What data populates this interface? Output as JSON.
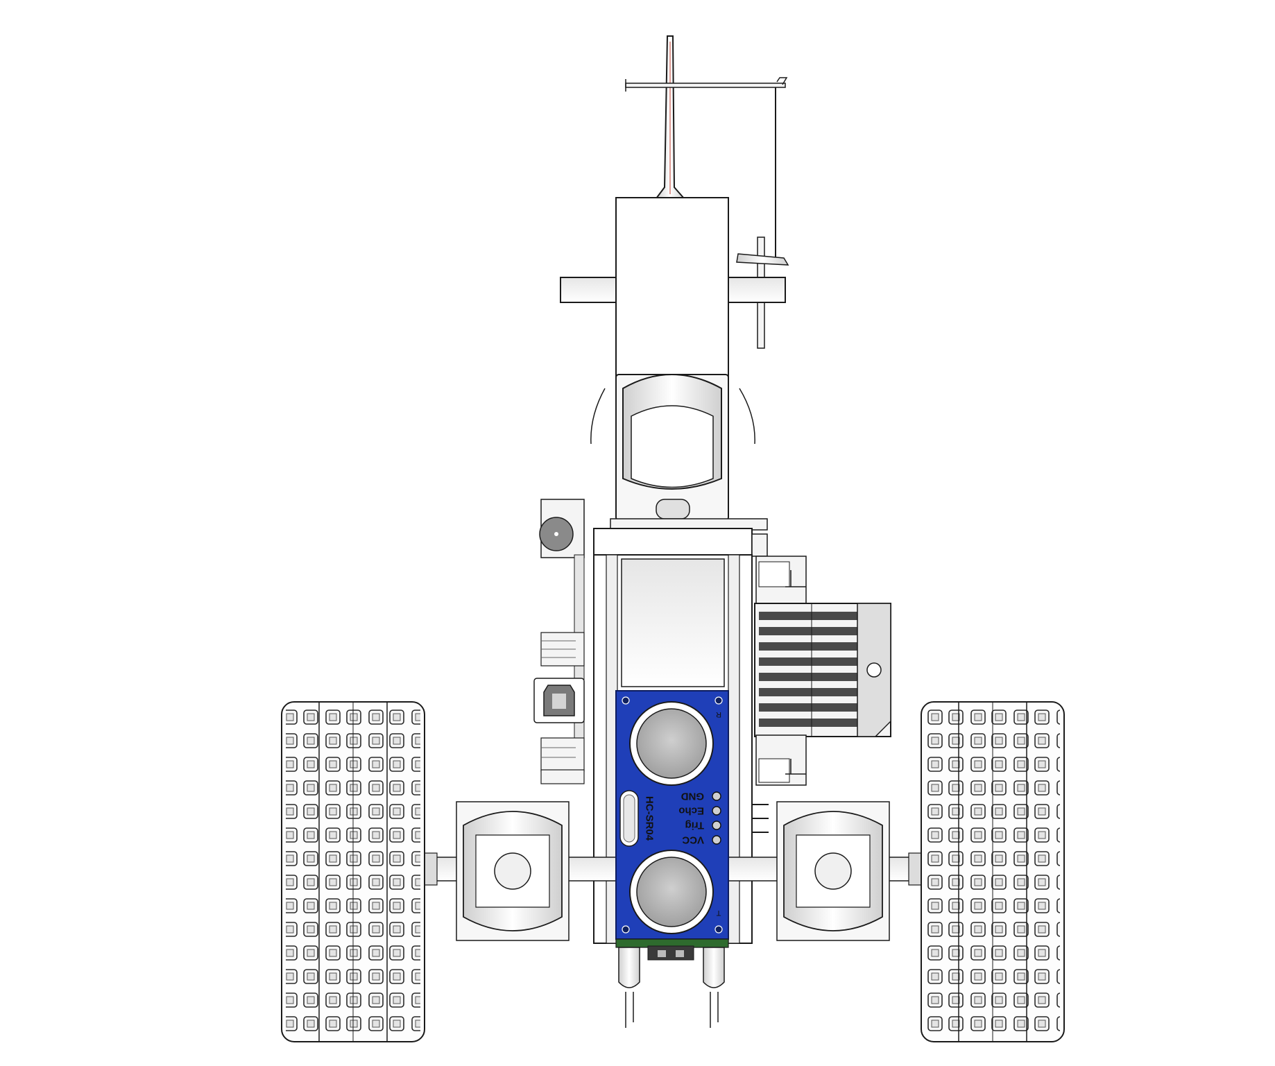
{
  "sensor": {
    "model": "HC-SR04",
    "pins": [
      "VCC",
      "Trig",
      "Echo",
      "GND"
    ],
    "receiver_mark": "R",
    "transmitter_mark": "T"
  },
  "colors": {
    "pcb": "#1f3fb8",
    "pcb_dark": "#15298a",
    "transducer": "#b8b8b8",
    "outline": "#1a1a1a",
    "body": "#f4f4f4",
    "shade": "#d9d9d9"
  }
}
